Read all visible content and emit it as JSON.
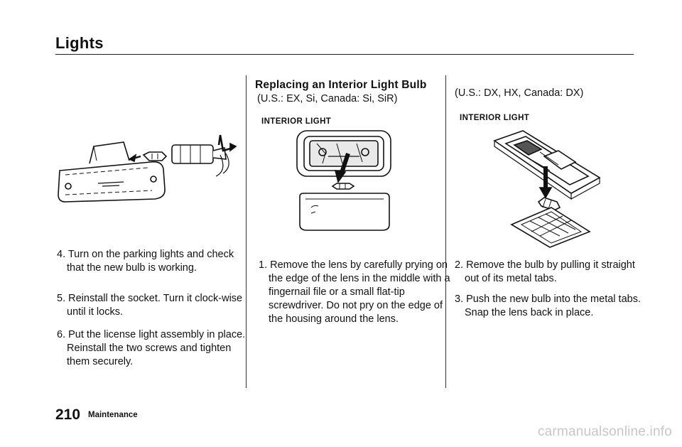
{
  "header": {
    "title": "Lights"
  },
  "left_column": {
    "steps": [
      "4. Turn on the parking lights and check that the new bulb is working.",
      "5. Reinstall the socket. Turn it clock-wise until it locks.",
      "6. Put the license light assembly in place. Reinstall the two screws and tighten them securely."
    ]
  },
  "middle_column": {
    "section_title": "Replacing an Interior Light Bulb",
    "model_note": "(U.S.: EX, Si, Canada: Si, SiR)",
    "figure_label": "INTERIOR LIGHT",
    "steps": [
      "1. Remove the lens by carefully prying on the edge of the lens in the middle with a fingernail file or a small flat-tip screwdriver. Do not pry on the edge of the housing around the lens."
    ]
  },
  "right_column": {
    "model_note": "(U.S.: DX, HX, Canada: DX)",
    "figure_label": "INTERIOR LIGHT",
    "steps": [
      "2. Remove the bulb by pulling it straight out of its metal tabs.",
      "3. Push the new bulb into the metal tabs. Snap the lens back in place."
    ]
  },
  "footer": {
    "page_number": "210",
    "section": "Maintenance"
  },
  "watermark": "carmanualsonline.info"
}
